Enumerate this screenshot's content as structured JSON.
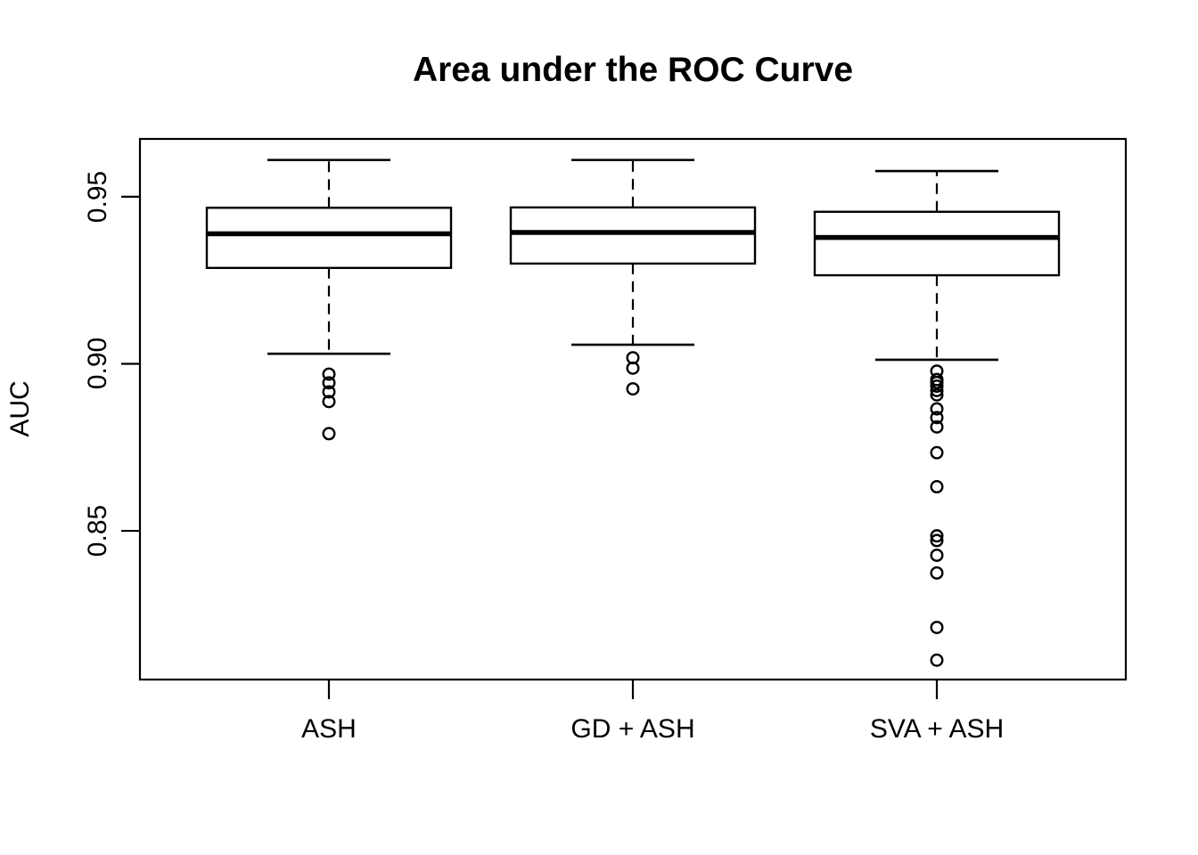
{
  "figure": {
    "title": "Area under the ROC Curve",
    "ylabel": "AUC"
  },
  "chart_data": {
    "type": "boxplot",
    "title": "Area under the ROC Curve",
    "xlabel": "",
    "ylabel": "AUC",
    "categories": [
      "ASH",
      "GD + ASH",
      "SVA + ASH"
    ],
    "ylim": [
      0.8055,
      0.9673
    ],
    "yticks": [
      0.85,
      0.9,
      0.95
    ],
    "ytick_labels": [
      "0.85",
      "0.90",
      "0.95"
    ],
    "grid": false,
    "legend": "none",
    "series": [
      {
        "name": "ASH",
        "whisker_low": 0.903,
        "q1": 0.9287,
        "median": 0.9389,
        "q3": 0.9467,
        "whisker_high": 0.961,
        "outliers": [
          0.8969,
          0.8943,
          0.8916,
          0.8887,
          0.8791
        ]
      },
      {
        "name": "GD + ASH",
        "whisker_low": 0.9057,
        "q1": 0.93,
        "median": 0.9393,
        "q3": 0.9468,
        "whisker_high": 0.961,
        "outliers": [
          0.9018,
          0.8987,
          0.8925
        ]
      },
      {
        "name": "SVA + ASH",
        "whisker_low": 0.9012,
        "q1": 0.9265,
        "median": 0.9378,
        "q3": 0.9455,
        "whisker_high": 0.9577,
        "outliers": [
          0.8978,
          0.8953,
          0.8944,
          0.8933,
          0.892,
          0.8907,
          0.8865,
          0.8839,
          0.8811,
          0.8734,
          0.8632,
          0.8485,
          0.8471,
          0.8427,
          0.8374,
          0.8211,
          0.8113
        ]
      }
    ],
    "colors": {
      "stroke": "#000000",
      "box_fill": "#ffffff",
      "background": "#ffffff"
    }
  }
}
